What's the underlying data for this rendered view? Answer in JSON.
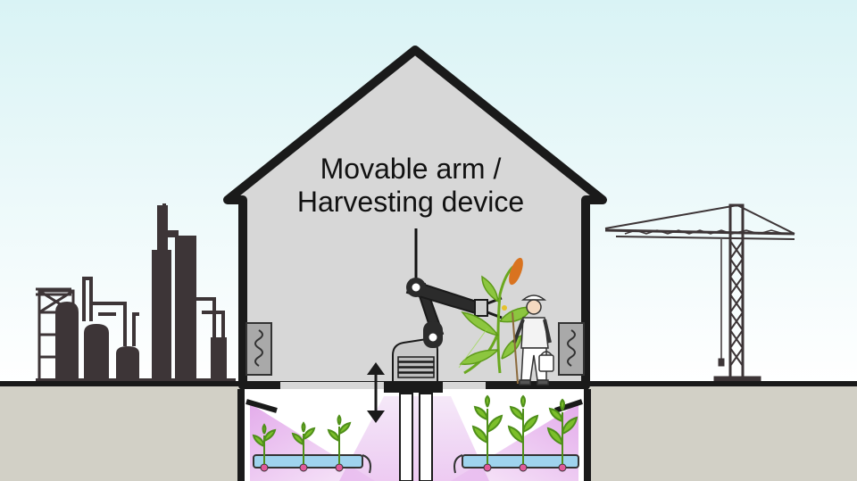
{
  "diagram": {
    "label_line1": "Movable arm /",
    "label_line2": "Harvesting device"
  },
  "colors": {
    "sky_top": "#d9f3f5",
    "sky_bottom": "#ffffff",
    "ground": "#d2d0c6",
    "house_fill": "#d7d7d7",
    "outline": "#1a1a1a",
    "grow_light": "#e7b6ee",
    "silhouette": "#3d3537",
    "plant_green": "#7cbf2a"
  },
  "icons": [
    "factory-silhouette",
    "tower-crane",
    "robot-arm",
    "farmer",
    "wheat-plant",
    "vertical-arrow",
    "heater-icon"
  ]
}
